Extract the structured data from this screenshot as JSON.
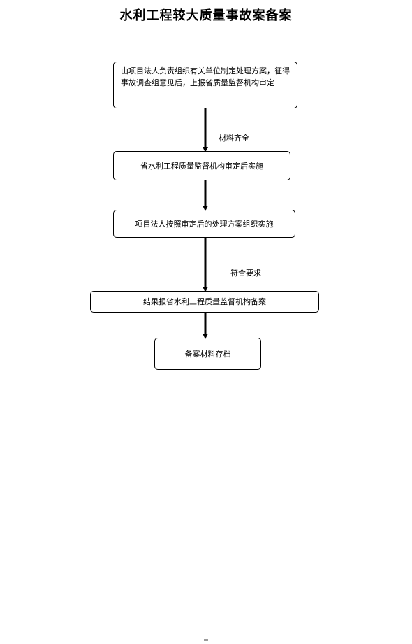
{
  "title": "水利工程较大质量事故案备案",
  "steps": [
    {
      "id": "step-1",
      "text": "由项目法人负责组织有关单位制定处理方案，征得事故调查组意见后，上报省质量监督机构审定"
    },
    {
      "id": "step-2",
      "text": "省水利工程质量监督机构审定后实施"
    },
    {
      "id": "step-3",
      "text": "项目法人按照审定后的处理方案组织实施"
    },
    {
      "id": "step-4",
      "text": "结果报省水利工程质量监督机构备案"
    },
    {
      "id": "step-5",
      "text": "备案材料存档"
    }
  ],
  "edges": [
    {
      "from": "step-1",
      "to": "step-2",
      "label": "材料齐全"
    },
    {
      "from": "step-2",
      "to": "step-3",
      "label": ""
    },
    {
      "from": "step-3",
      "to": "step-4",
      "label": "符合要求"
    },
    {
      "from": "step-4",
      "to": "step-5",
      "label": ""
    }
  ],
  "colors": {
    "line": "#000000",
    "background": "#ffffff",
    "border": "#000000"
  }
}
